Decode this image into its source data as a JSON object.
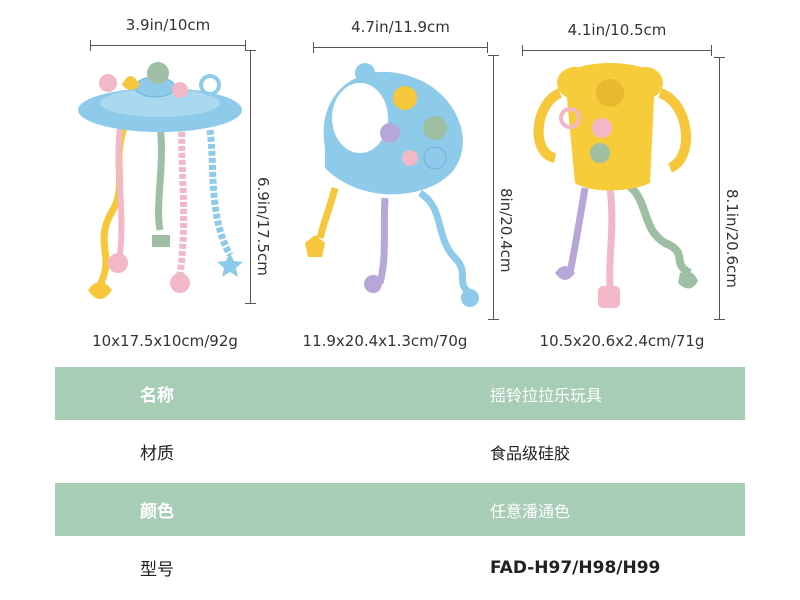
{
  "products": [
    {
      "width_label": "3.9in/10cm",
      "height_label": "6.9in/17.5cm",
      "size_label": "10x17.5x10cm/92g"
    },
    {
      "width_label": "4.7in/11.9cm",
      "height_label": "8in/20.4cm",
      "size_label": "11.9x20.4x1.3cm/70g"
    },
    {
      "width_label": "4.1in/10.5cm",
      "height_label": "8.1in/20.6cm",
      "size_label": "10.5x20.6x2.4cm/71g"
    }
  ],
  "specs": [
    {
      "key": "名称",
      "value": "摇铃拉拉乐玩具"
    },
    {
      "key": "材质",
      "value": "食品级硅胶"
    },
    {
      "key": "颜色",
      "value": "任意潘通色"
    },
    {
      "key": "型号",
      "value": "FAD-H97/H98/H99"
    }
  ],
  "colors": {
    "table_green": "#a7cdb4",
    "toy_blue": "#8ecbea",
    "toy_yellow": "#f6cc3a",
    "toy_pink": "#f2b8c6",
    "toy_sage": "#9fbfa5",
    "toy_lavender": "#b7a6d8"
  }
}
